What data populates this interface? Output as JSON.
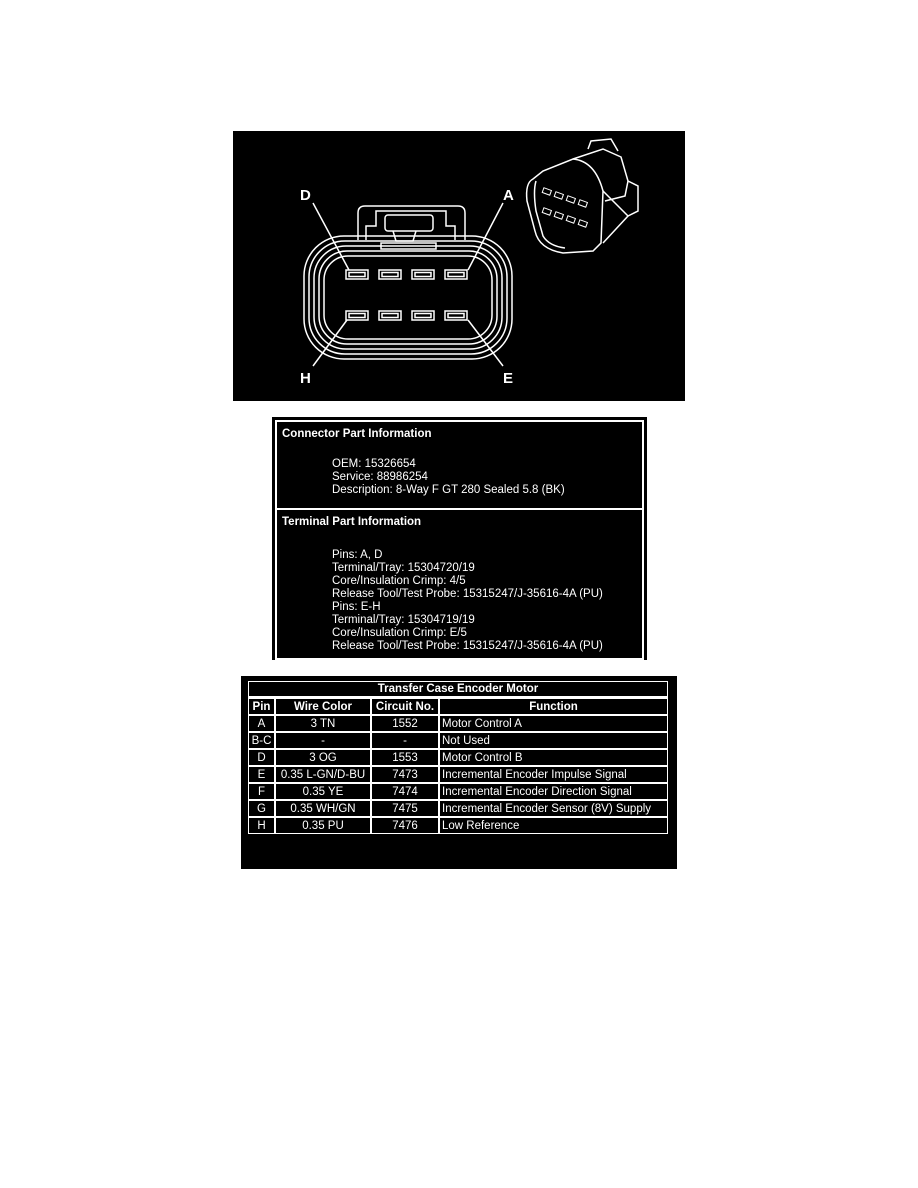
{
  "connector_diagram": {
    "labels": {
      "top_left": "D",
      "top_right": "A",
      "bottom_left": "H",
      "bottom_right": "E"
    },
    "background": "#000000",
    "line_color": "#ffffff"
  },
  "connector_part_info": {
    "title": "Connector Part Information",
    "lines": [
      "OEM: 15326654",
      "Service: 88986254",
      "Description: 8-Way F GT 280 Sealed 5.8 (BK)"
    ]
  },
  "terminal_part_info": {
    "title": "Terminal Part Information",
    "lines": [
      "Pins: A, D",
      "Terminal/Tray: 15304720/19",
      "Core/Insulation Crimp: 4/5",
      "Release Tool/Test Probe: 15315247/J-35616-4A (PU)",
      "Pins: E-H",
      "Terminal/Tray: 15304719/19",
      "Core/Insulation Crimp: E/5",
      "Release Tool/Test Probe: 15315247/J-35616-4A (PU)"
    ]
  },
  "pin_table": {
    "title": "Transfer Case Encoder Motor",
    "headers": [
      "Pin",
      "Wire Color",
      "Circuit No.",
      "Function"
    ],
    "rows": [
      [
        "A",
        "3 TN",
        "1552",
        "Motor Control A"
      ],
      [
        "B-C",
        "-",
        "-",
        "Not Used"
      ],
      [
        "D",
        "3 OG",
        "1553",
        "Motor Control B"
      ],
      [
        "E",
        "0.35 L-GN/D-BU",
        "7473",
        "Incremental Encoder Impulse Signal"
      ],
      [
        "F",
        "0.35 YE",
        "7474",
        "Incremental Encoder Direction Signal"
      ],
      [
        "G",
        "0.35 WH/GN",
        "7475",
        "Incremental Encoder Sensor (8V) Supply"
      ],
      [
        "H",
        "0.35 PU",
        "7476",
        "Low Reference"
      ]
    ]
  }
}
